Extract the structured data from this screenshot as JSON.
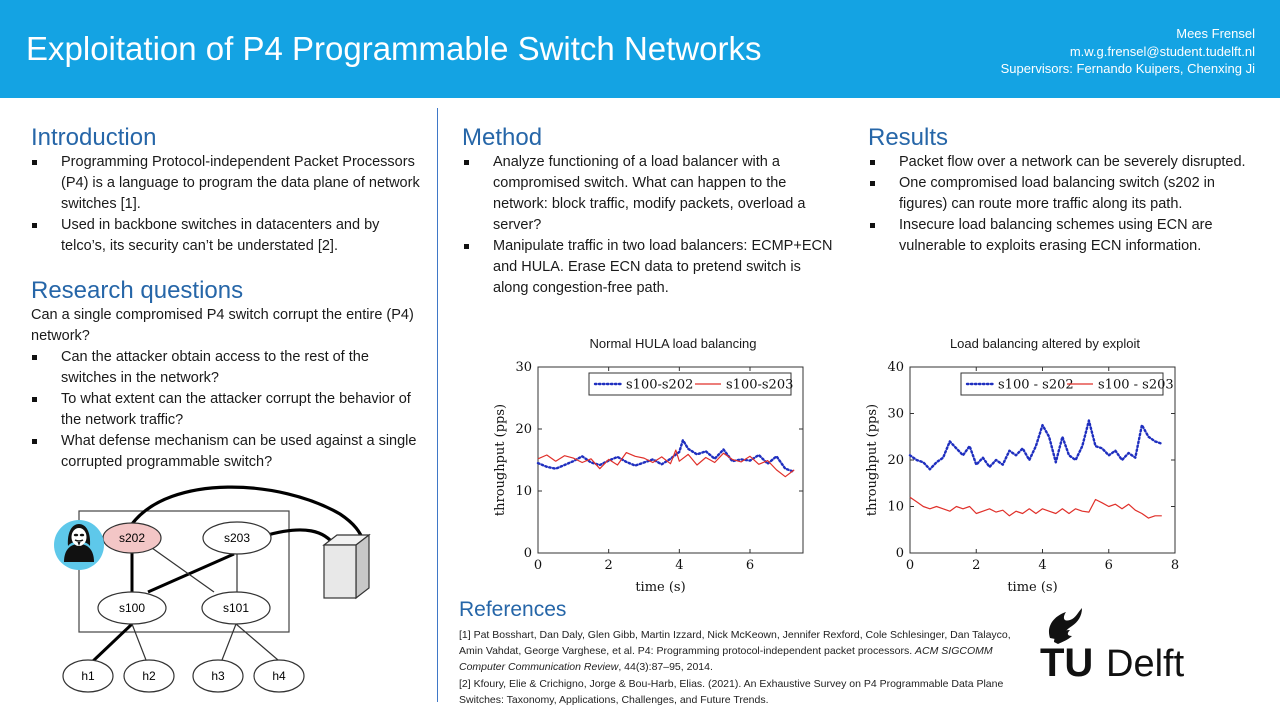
{
  "header": {
    "title": "Exploitation of P4 Programmable Switch Networks",
    "author": "Mees Frensel",
    "email": "m.w.g.frensel@student.tudelft.nl",
    "supervisors": "Supervisors: Fernando Kuipers, Chenxing Ji"
  },
  "introduction": {
    "heading": "Introduction",
    "bullets": [
      "Programming Protocol-independent Packet Processors (P4) is a language to program the data plane of network switches [1].",
      "Used in backbone switches in datacenters and by telco’s, its security can’t be understated [2]."
    ]
  },
  "research": {
    "heading": "Research questions",
    "intro": "Can a single compromised P4 switch corrupt the entire (P4) network?",
    "bullets": [
      "Can the attacker obtain access to the rest of the switches in the network?",
      "To what extent can the attacker corrupt the behavior of the network traffic?",
      "What defense mechanism can be used against a single corrupted programmable switch?"
    ]
  },
  "method": {
    "heading": "Method",
    "bullets": [
      "Analyze functioning of a load balancer with a compromised switch. What can happen to the network: block traffic, modify packets, overload a server?",
      "Manipulate traffic in two load balancers: ECMP+ECN and HULA. Erase ECN data to pretend switch is along congestion-free path."
    ]
  },
  "results": {
    "heading": "Results",
    "bullets": [
      "Packet flow over a network can be severely disrupted.",
      "One compromised load balancing switch (s202 in figures) can route more traffic along its path.",
      "Insecure load balancing schemes using ECN are vulnerable to exploits erasing ECN information."
    ]
  },
  "diagram": {
    "nodes": {
      "s202": "s202",
      "s203": "s203",
      "s100": "s100",
      "s101": "s101",
      "h1": "h1",
      "h2": "h2",
      "h3": "h3",
      "h4": "h4"
    },
    "compromised_color": "#f3c6c6",
    "attacker_circle_color": "#5ec8ea"
  },
  "chart_data": [
    {
      "type": "line",
      "title": "Normal HULA load balancing",
      "xlabel": "time (s)",
      "ylabel": "throughput (pps)",
      "xlim": [
        0,
        7.5
      ],
      "ylim": [
        0,
        30
      ],
      "xticks": [
        0,
        2,
        4,
        6
      ],
      "yticks": [
        0,
        10,
        20,
        30
      ],
      "legend_position": "top-right",
      "series": [
        {
          "name": "s100-s202",
          "color": "#1f2fbf",
          "style": "dotted",
          "x": [
            0,
            0.25,
            0.5,
            0.75,
            1,
            1.25,
            1.5,
            1.75,
            2,
            2.25,
            2.5,
            2.75,
            3,
            3.25,
            3.5,
            3.75,
            4,
            4.1,
            4.25,
            4.5,
            4.75,
            5,
            5.25,
            5.5,
            5.75,
            6,
            6.25,
            6.5,
            6.75,
            7,
            7.25
          ],
          "values": [
            14.5,
            13.9,
            13.6,
            14.2,
            14.8,
            15.6,
            14.6,
            14.2,
            14.9,
            15.5,
            14.7,
            14.1,
            14.6,
            15.1,
            14.3,
            15.2,
            16.3,
            18.2,
            16.8,
            15.9,
            16.4,
            15.2,
            16.7,
            14.8,
            15.1,
            14.9,
            15.8,
            14.4,
            15.6,
            13.6,
            13.1
          ]
        },
        {
          "name": "s100-s203",
          "color": "#e0302a",
          "style": "solid",
          "x": [
            0,
            0.25,
            0.5,
            0.75,
            1,
            1.25,
            1.5,
            1.75,
            2,
            2.25,
            2.5,
            2.75,
            3,
            3.25,
            3.5,
            3.75,
            3.9,
            4,
            4.25,
            4.5,
            4.75,
            5,
            5.25,
            5.5,
            5.75,
            6,
            6.25,
            6.5,
            6.75,
            7,
            7.25
          ],
          "values": [
            15.2,
            15.8,
            14.8,
            15.7,
            15.3,
            14.6,
            15.2,
            13.6,
            15.1,
            14.2,
            16.2,
            15.6,
            15.3,
            14.6,
            15.5,
            14.4,
            16.6,
            14.8,
            15.9,
            14.2,
            15.4,
            14.6,
            16.1,
            15.1,
            14.7,
            15.6,
            14.3,
            14.9,
            13.4,
            12.3,
            13.4
          ]
        }
      ]
    },
    {
      "type": "line",
      "title": "Load balancing altered by exploit",
      "xlabel": "time (s)",
      "ylabel": "throughput (pps)",
      "xlim": [
        0,
        8
      ],
      "ylim": [
        0,
        40
      ],
      "xticks": [
        0,
        2,
        4,
        6,
        8
      ],
      "yticks": [
        0,
        10,
        20,
        30,
        40
      ],
      "legend_position": "top-right",
      "series": [
        {
          "name": "s100 - s202",
          "color": "#1f2fbf",
          "style": "dotted",
          "x": [
            0,
            0.2,
            0.4,
            0.6,
            0.8,
            1,
            1.2,
            1.4,
            1.6,
            1.8,
            2,
            2.2,
            2.4,
            2.6,
            2.8,
            3,
            3.2,
            3.4,
            3.6,
            3.8,
            4,
            4.2,
            4.4,
            4.6,
            4.8,
            5,
            5.2,
            5.4,
            5.6,
            5.8,
            6,
            6.2,
            6.4,
            6.6,
            6.8,
            7,
            7.2,
            7.4,
            7.6
          ],
          "values": [
            21,
            20,
            19.5,
            18,
            19.5,
            20.5,
            24,
            22.5,
            21,
            23,
            19,
            20.5,
            18.5,
            20,
            19,
            22,
            21,
            22.5,
            20,
            23,
            27.5,
            25,
            19.5,
            25,
            21,
            20,
            23,
            28.5,
            23,
            22.5,
            21,
            22,
            20,
            21.5,
            20.5,
            27.5,
            25,
            24,
            23.5
          ]
        },
        {
          "name": "s100 - s203",
          "color": "#e0302a",
          "style": "solid",
          "x": [
            0,
            0.2,
            0.4,
            0.6,
            0.8,
            1,
            1.2,
            1.4,
            1.6,
            1.8,
            2,
            2.2,
            2.4,
            2.6,
            2.8,
            3,
            3.2,
            3.4,
            3.6,
            3.8,
            4,
            4.2,
            4.4,
            4.6,
            4.8,
            5,
            5.2,
            5.4,
            5.6,
            5.8,
            6,
            6.2,
            6.4,
            6.6,
            6.8,
            7,
            7.2,
            7.4,
            7.6
          ],
          "values": [
            12,
            11,
            10,
            9.5,
            10,
            9.5,
            9,
            10,
            9.5,
            10,
            8.5,
            9,
            9.5,
            8.8,
            9.2,
            8,
            9,
            8.5,
            9.5,
            8.5,
            9.5,
            9,
            8.5,
            9.5,
            8.5,
            9.5,
            9,
            8.8,
            11.5,
            10.8,
            10,
            10.5,
            9.5,
            10.5,
            9.2,
            8.5,
            7.5,
            8,
            8
          ]
        }
      ]
    }
  ],
  "references": {
    "heading": "References",
    "ref1_authors": "[1] Pat Bosshart, Dan Daly, Glen Gibb, Martin Izzard, Nick McKeown, Jennifer Rexford, Cole Schlesinger, Dan Talayco, Amin Vahdat, George Varghese, et al. P4: Programming protocol-independent packet processors.",
    "ref1_journal": "ACM SIGCOMM Computer Communication Review",
    "ref1_rest": ", 44(3):87–95, 2014.",
    "ref2": "[2] Kfoury, Elie & Crichigno, Jorge & Bou-Harb, Elias. (2021). An Exhaustive Survey on P4 Programmable Data Plane Switches: Taxonomy, Applications, Challenges, and Future Trends."
  },
  "logo": {
    "text_tu": "TU",
    "text_delft": "Delft"
  }
}
